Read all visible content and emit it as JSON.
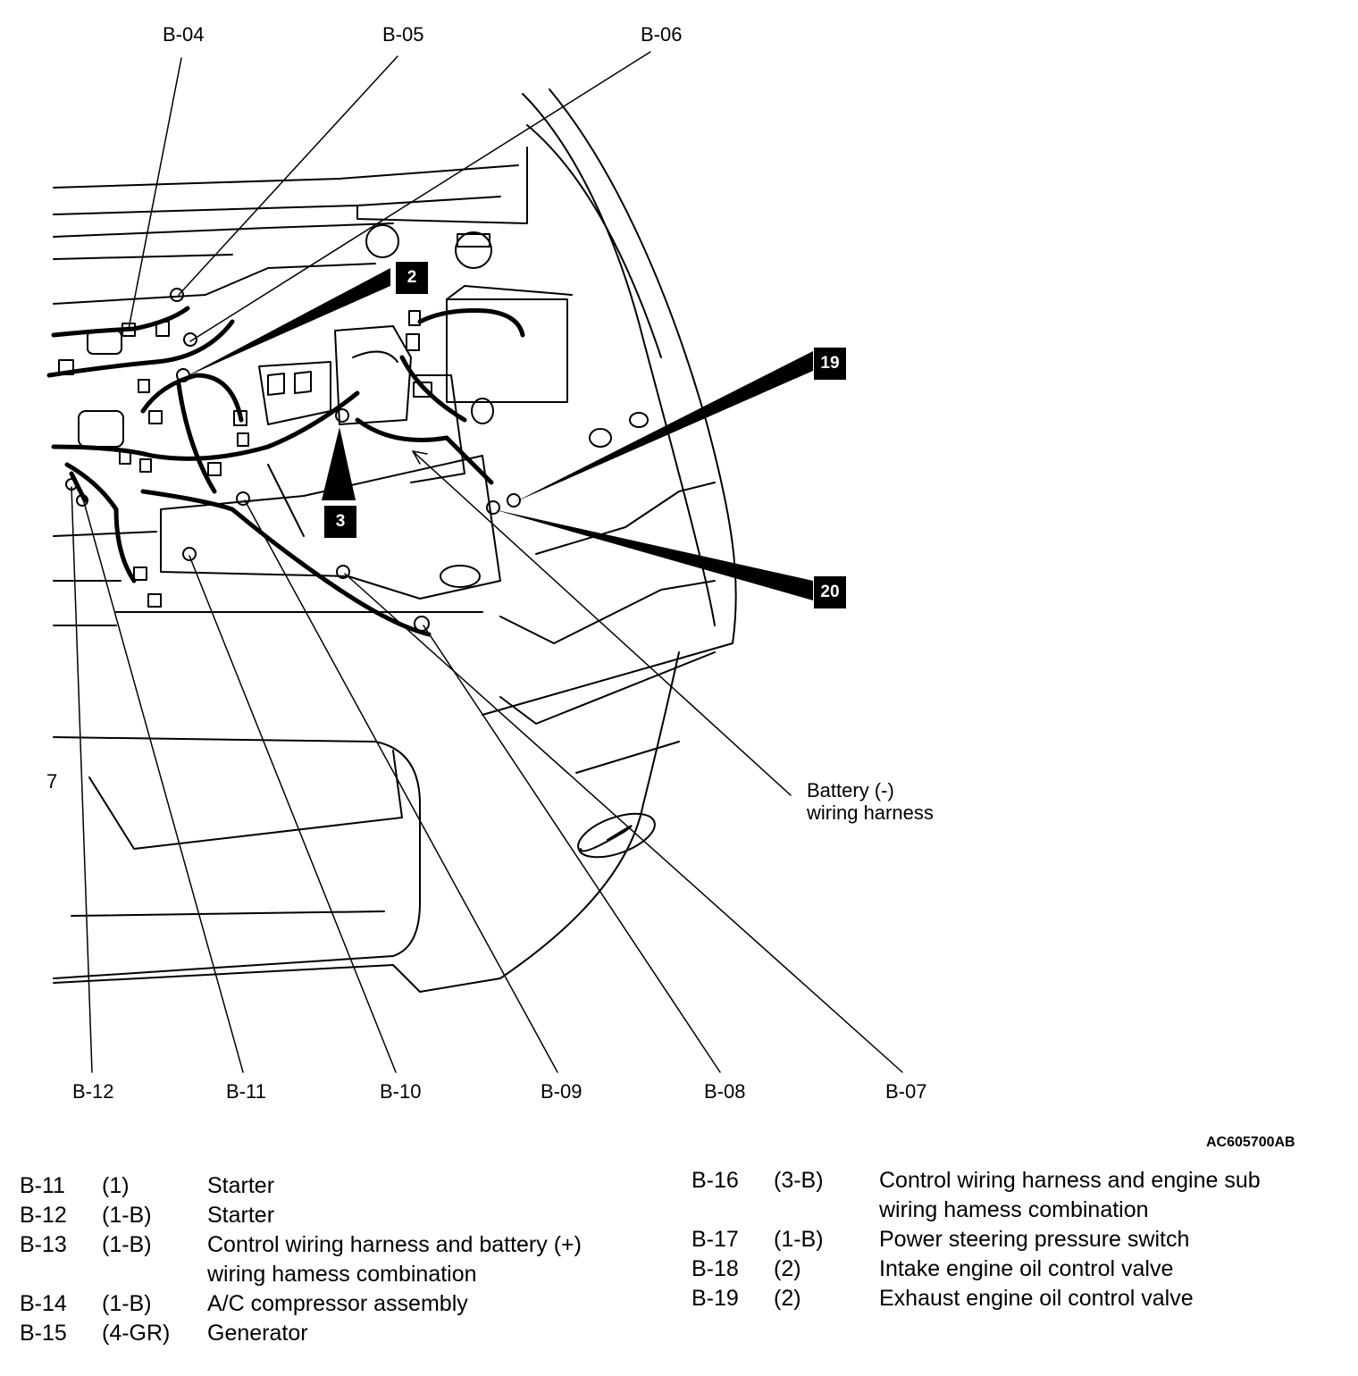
{
  "callouts": {
    "b04": "B-04",
    "b05": "B-05",
    "b06": "B-06",
    "b07": "B-07",
    "b08": "B-08",
    "b09": "B-09",
    "b10": "B-10",
    "b11": "B-11",
    "b12": "B-12"
  },
  "badges": {
    "n2": "2",
    "n3": "3",
    "n19": "19",
    "n20": "20"
  },
  "battery_note": {
    "line1": "Battery (-)",
    "line2": "wiring harness"
  },
  "edge_mark": "7",
  "figure_id": "AC605700AB",
  "legend_left": [
    {
      "code": "B-11",
      "qty": "(1)",
      "desc": "Starter"
    },
    {
      "code": "B-12",
      "qty": "(1-B)",
      "desc": "Starter"
    },
    {
      "code": "B-13",
      "qty": "(1-B)",
      "desc": "Control wiring harness and battery (+)",
      "desc2": "wiring hamess combination"
    },
    {
      "code": "B-14",
      "qty": "(1-B)",
      "desc": "A/C compressor assembly"
    },
    {
      "code": "B-15",
      "qty": "(4-GR)",
      "desc": "Generator"
    }
  ],
  "legend_right": [
    {
      "code": "B-16",
      "qty": "(3-B)",
      "desc": "Control wiring harness and engine sub",
      "desc2": "wiring hamess combination"
    },
    {
      "code": "B-17",
      "qty": "(1-B)",
      "desc": "Power steering pressure switch"
    },
    {
      "code": "B-18",
      "qty": "(2)",
      "desc": "Intake engine oil control valve"
    },
    {
      "code": "B-19",
      "qty": "(2)",
      "desc": "Exhaust engine oil control valve"
    }
  ]
}
